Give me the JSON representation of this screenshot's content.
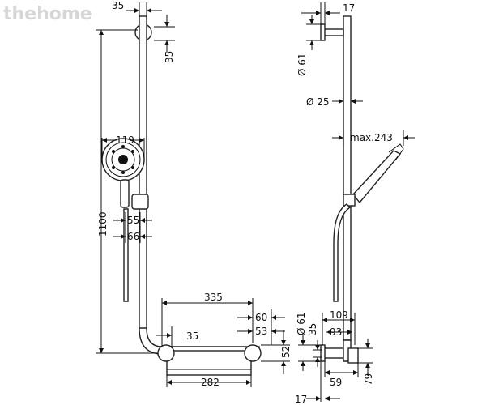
{
  "dimensions": {
    "top_width": "35",
    "top_offset": "35",
    "total_height": "1100",
    "head_width": "119",
    "holder_55": "55",
    "holder_66": "66",
    "shelf_335": "335",
    "shelf_35": "35",
    "shelf_60": "60",
    "shelf_53": "53",
    "shelf_52": "52",
    "shelf_282": "282",
    "side_17_top": "17",
    "side_dia61_top": "Ø 61",
    "side_dia25": "Ø 25",
    "side_max": "max.243",
    "side_109": "109",
    "side_dia61_bottom": "Ø 61",
    "side_35": "35",
    "side_93": "93",
    "side_79": "79",
    "side_59": "59",
    "side_17_bottom": "17"
  },
  "watermark": {
    "text": "thehome"
  }
}
